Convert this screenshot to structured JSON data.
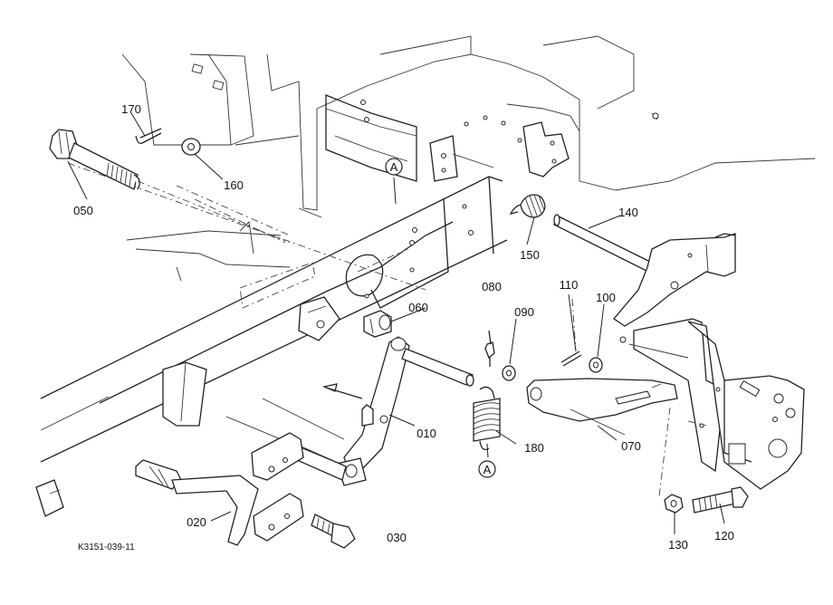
{
  "reference_code": "K3151-039-11",
  "callouts": {
    "c010": "010",
    "c020": "020",
    "c030": "030",
    "c050": "050",
    "c060": "060",
    "c070": "070",
    "c080": "080",
    "c090": "090",
    "c100": "100",
    "c110": "110",
    "c120": "120",
    "c130": "130",
    "c140": "140",
    "c150": "150",
    "c160": "160",
    "c170": "170",
    "c180": "180"
  },
  "markers": {
    "upper": "A",
    "lower": "A"
  }
}
